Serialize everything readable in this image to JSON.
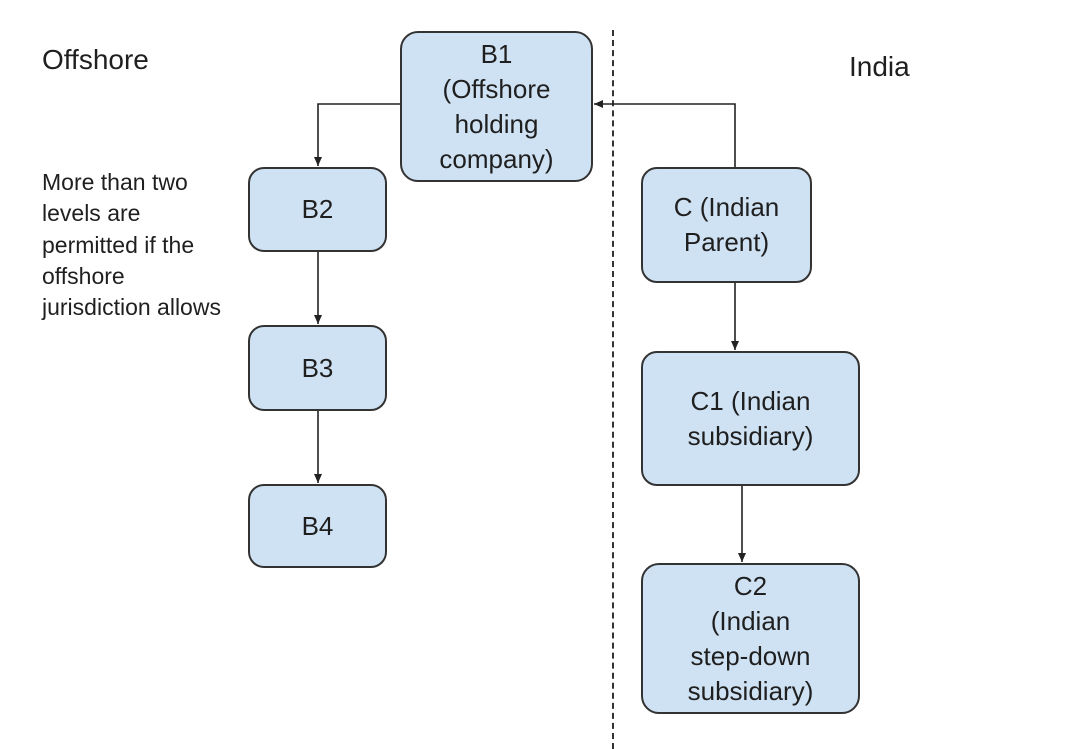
{
  "regions": {
    "offshore": "Offshore",
    "india": "India"
  },
  "note": "More than two levels are permitted if the offshore jurisdiction allows",
  "nodes": {
    "b1": "B1\n(Offshore\nholding\ncompany)",
    "b2": "B2",
    "b3": "B3",
    "b4": "B4",
    "c": "C (Indian\nParent)",
    "c1": "C1 (Indian\nsubsidiary)",
    "c2": "C2\n(Indian\nstep-down\nsubsidiary)"
  },
  "colors": {
    "node_fill": "#cfe2f3",
    "stroke": "#333333"
  }
}
